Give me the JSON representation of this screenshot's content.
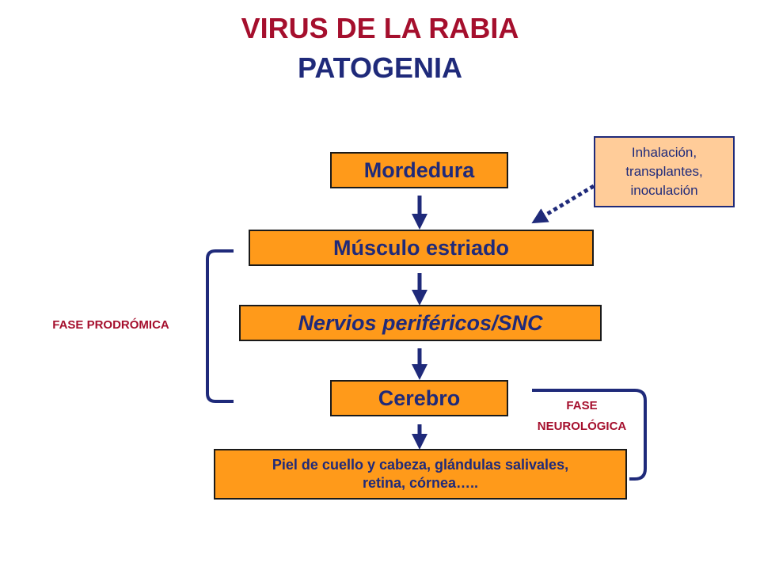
{
  "title": {
    "main": "VIRUS DE LA RABIA",
    "sub": "PATOGENIA"
  },
  "nodes": {
    "mordedura": "Mordedura",
    "musculo": "Músculo estriado",
    "nervios": "Nervios periféricos/SNC",
    "cerebro": "Cerebro",
    "piel_line1": "Piel de cuello y cabeza, glándulas salivales,",
    "piel_line2": "retina, córnea…..",
    "inhal_line1": "Inhalación,",
    "inhal_line2": "transplantes,",
    "inhal_line3": "inoculación"
  },
  "phases": {
    "prodromica": "FASE  PRODRÓMICA",
    "neuro_line1": "FASE",
    "neuro_line2": "NEUROLÓGICA"
  },
  "colors": {
    "title_red": "#a50f2d",
    "title_blue": "#1f2a7a",
    "box_orange": "#ff9a1a",
    "note_peach": "#ffcc99",
    "arrow_navy": "#1f2a7a"
  }
}
